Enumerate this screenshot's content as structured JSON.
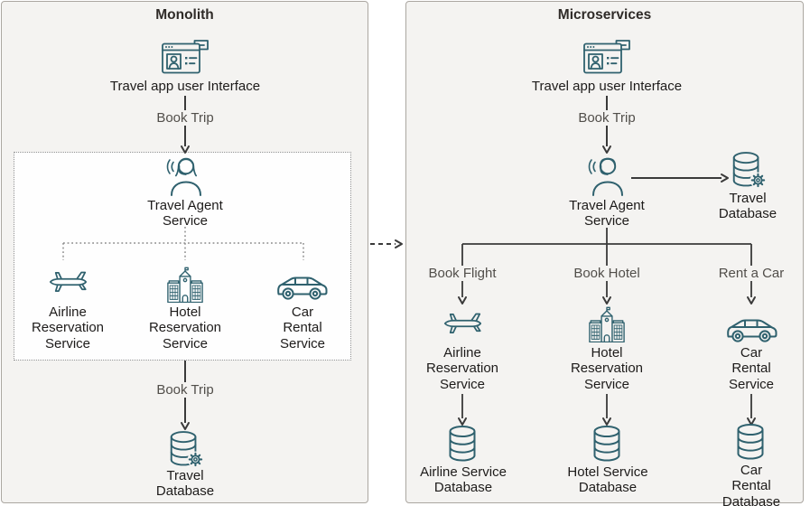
{
  "colors": {
    "panel_bg": "#f4f3f1",
    "panel_border": "#aba7a1",
    "icon_stroke": "#2f616e",
    "arrow": "#3a3a3a",
    "label_text": "#1d1b1a",
    "edge_label_text": "#514e4a",
    "boundary_bg": "#fefefe"
  },
  "monolith": {
    "title": "Monolith",
    "ui_label": "Travel app user Interface",
    "edge_ui_agent": "Book Trip",
    "agent_label": "Travel Agent\nService",
    "airline_label": "Airline\nReservation\nService",
    "hotel_label": "Hotel\nReservation\nService",
    "car_label": "Car\nRental\nService",
    "edge_agent_db": "Book Trip",
    "db_label": "Travel\nDatabase"
  },
  "microservices": {
    "title": "Microservices",
    "ui_label": "Travel app user Interface",
    "edge_ui_agent": "Book Trip",
    "agent_label": "Travel Agent\nService",
    "travel_db_label": "Travel\nDatabase",
    "edge_flight": "Book Flight",
    "edge_hotel": "Book Hotel",
    "edge_car": "Rent a Car",
    "airline_label": "Airline\nReservation\nService",
    "hotel_label": "Hotel\nReservation\nService",
    "car_label": "Car\nRental\nService",
    "airline_db_label": "Airline Service\nDatabase",
    "hotel_db_label": "Hotel Service\nDatabase",
    "car_db_label": "Car Rental\nDatabase"
  }
}
